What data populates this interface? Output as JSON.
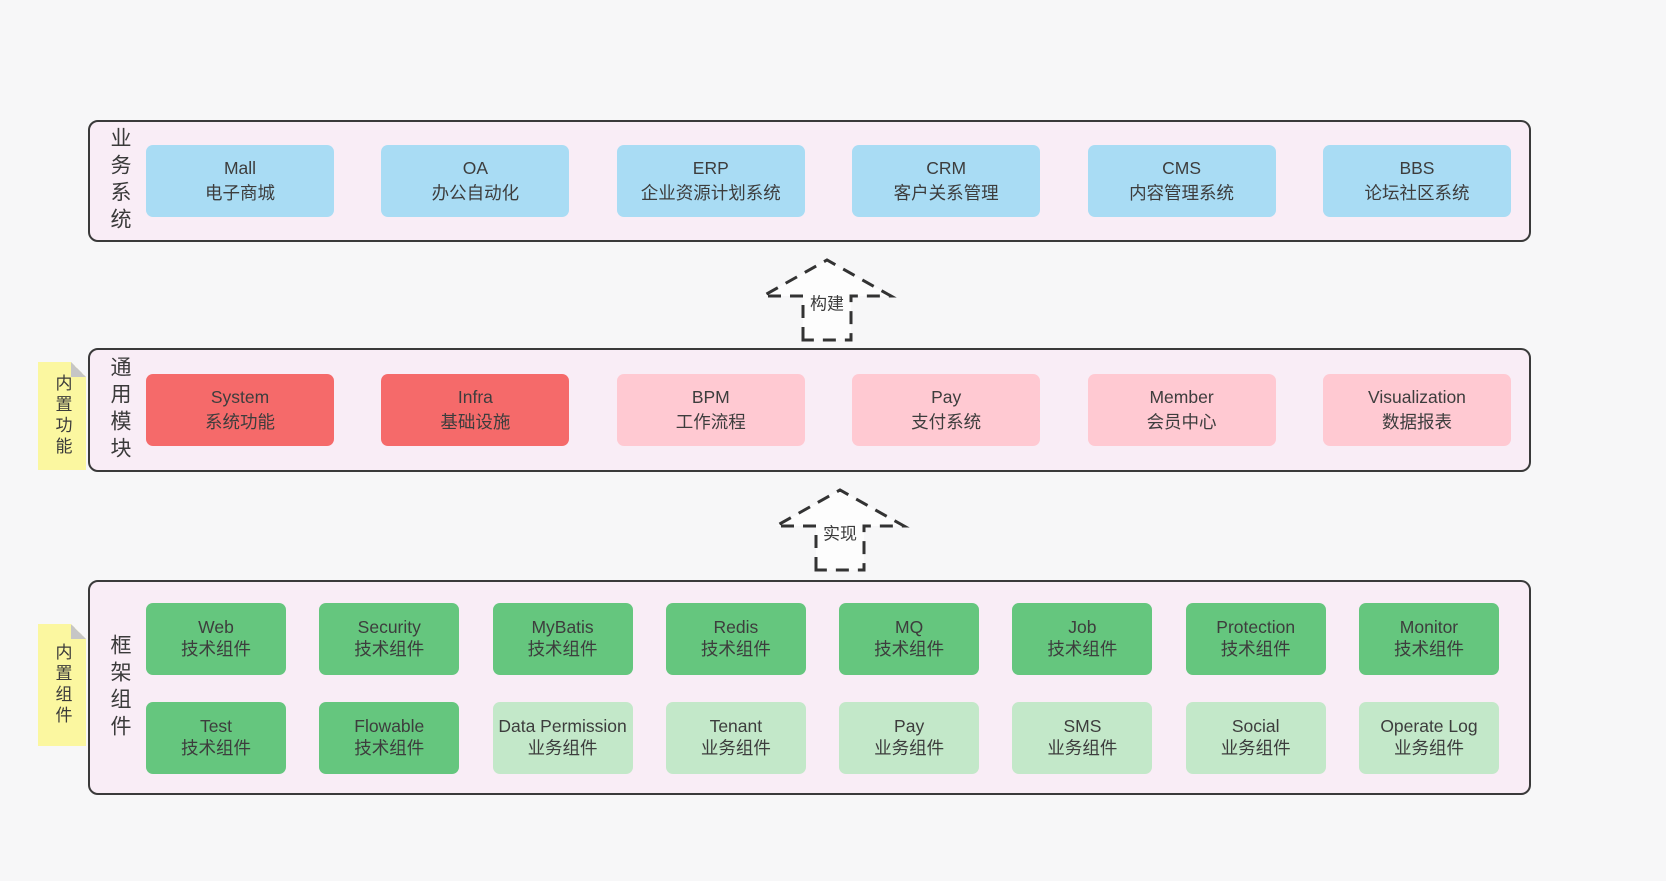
{
  "colors": {
    "page_bg": "#f7f7f8",
    "band_bg": "#f9edf6",
    "band_border": "#3a3a3a",
    "box_blue": "#a9dcf4",
    "box_red": "#f56a6a",
    "box_pink": "#ffc9d2",
    "box_green": "#65c67e",
    "box_green_light": "#c3e8c9",
    "sticky_yellow": "#fbf7a0",
    "sticky_fold": "#c6c6c6",
    "text": "#3b3b3b"
  },
  "arrows": [
    {
      "label": "构建"
    },
    {
      "label": "实现"
    }
  ],
  "stickies": [
    {
      "label": "内置功能"
    },
    {
      "label": "内置组件"
    }
  ],
  "bands": [
    {
      "label": "业务系统",
      "boxes": [
        {
          "title": "Mall",
          "subtitle": "电子商城",
          "variant": "blue"
        },
        {
          "title": "OA",
          "subtitle": "办公自动化",
          "variant": "blue"
        },
        {
          "title": "ERP",
          "subtitle": "企业资源计划系统",
          "variant": "blue"
        },
        {
          "title": "CRM",
          "subtitle": "客户关系管理",
          "variant": "blue"
        },
        {
          "title": "CMS",
          "subtitle": "内容管理系统",
          "variant": "blue"
        },
        {
          "title": "BBS",
          "subtitle": "论坛社区系统",
          "variant": "blue"
        }
      ]
    },
    {
      "label": "通用模块",
      "boxes": [
        {
          "title": "System",
          "subtitle": "系统功能",
          "variant": "red"
        },
        {
          "title": "Infra",
          "subtitle": "基础设施",
          "variant": "red"
        },
        {
          "title": "BPM",
          "subtitle": "工作流程",
          "variant": "pink"
        },
        {
          "title": "Pay",
          "subtitle": "支付系统",
          "variant": "pink"
        },
        {
          "title": "Member",
          "subtitle": "会员中心",
          "variant": "pink"
        },
        {
          "title": "Visualization",
          "subtitle": "数据报表",
          "variant": "pink"
        }
      ]
    },
    {
      "label": "框架组件",
      "rows": [
        [
          {
            "title": "Web",
            "subtitle": "技术组件",
            "variant": "green"
          },
          {
            "title": "Security",
            "subtitle": "技术组件",
            "variant": "green"
          },
          {
            "title": "MyBatis",
            "subtitle": "技术组件",
            "variant": "green"
          },
          {
            "title": "Redis",
            "subtitle": "技术组件",
            "variant": "green"
          },
          {
            "title": "MQ",
            "subtitle": "技术组件",
            "variant": "green"
          },
          {
            "title": "Job",
            "subtitle": "技术组件",
            "variant": "green"
          },
          {
            "title": "Protection",
            "subtitle": "技术组件",
            "variant": "green"
          },
          {
            "title": "Monitor",
            "subtitle": "技术组件",
            "variant": "green"
          }
        ],
        [
          {
            "title": "Test",
            "subtitle": "技术组件",
            "variant": "green"
          },
          {
            "title": "Flowable",
            "subtitle": "技术组件",
            "variant": "green"
          },
          {
            "title": "Data Permission",
            "subtitle": "业务组件",
            "variant": "green-light"
          },
          {
            "title": "Tenant",
            "subtitle": "业务组件",
            "variant": "green-light"
          },
          {
            "title": "Pay",
            "subtitle": "业务组件",
            "variant": "green-light"
          },
          {
            "title": "SMS",
            "subtitle": "业务组件",
            "variant": "green-light"
          },
          {
            "title": "Social",
            "subtitle": "业务组件",
            "variant": "green-light"
          },
          {
            "title": "Operate Log",
            "subtitle": "业务组件",
            "variant": "green-light"
          }
        ]
      ]
    }
  ]
}
